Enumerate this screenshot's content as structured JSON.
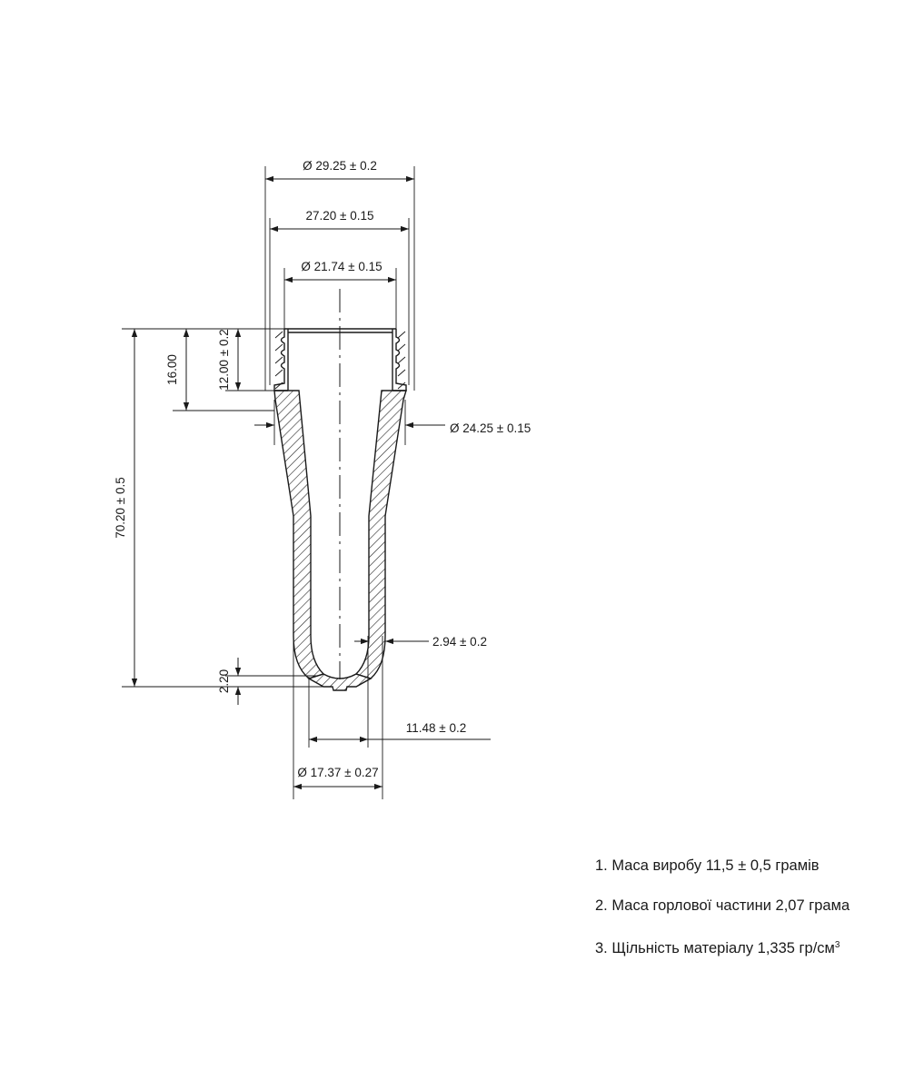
{
  "dimensions": {
    "outer_thread_diameter": "Ø 29.25 ± 0.2",
    "thread_root_width": "27.20 ± 0.15",
    "inner_neck_diameter": "Ø 21.74 ± 0.15",
    "support_ring_diameter": "Ø 24.25 ± 0.15",
    "finish_height": "12.00 ± 0.2",
    "neck_height": "16.00",
    "total_length": "70.20 ± 0.5",
    "bottom_thickness": "2.20",
    "wall_thickness": "2.94 ± 0.2",
    "inner_body_width": "11.48 ± 0.2",
    "outer_body_diameter": "Ø 17.37 ± 0.27"
  },
  "notes": [
    {
      "text": "1. Маса виробу 11,5 ± 0,5 грамів"
    },
    {
      "text": "2. Маса горлової частини 2,07 грама"
    },
    {
      "text": "3. Щільність матеріалу 1,335 гр/см",
      "sup": "3"
    }
  ]
}
